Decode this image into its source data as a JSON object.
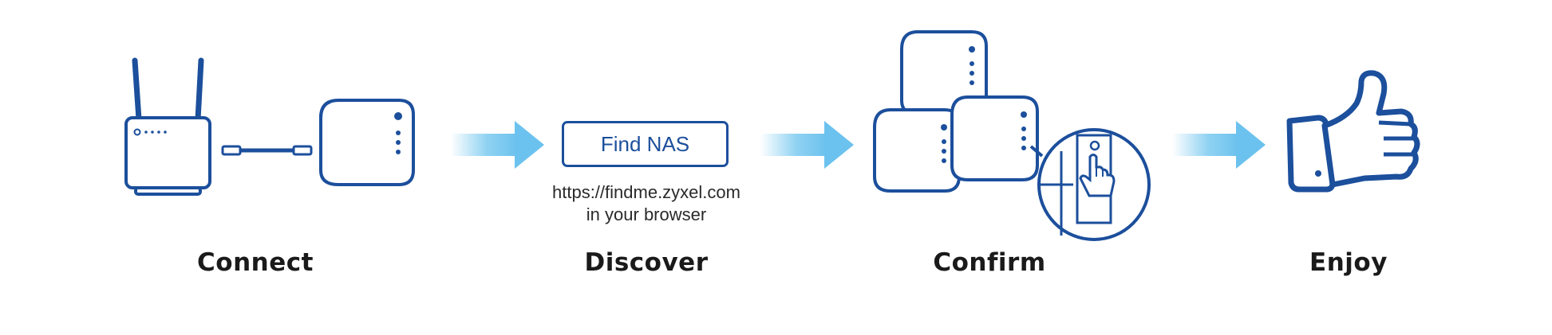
{
  "steps": [
    {
      "label": "Connect"
    },
    {
      "label": "Discover"
    },
    {
      "label": "Confirm"
    },
    {
      "label": "Enjoy"
    }
  ],
  "discover": {
    "button_label": "Find NAS",
    "url_line1": "https://findme.zyxel.com",
    "url_line2": "in your browser"
  },
  "colors": {
    "outline": "#1c4f9c",
    "arrow": "#7ccaf0",
    "label": "#1a1a1a"
  },
  "icons": [
    "router-icon",
    "ethernet-cable-icon",
    "nas-device-icon",
    "arrow-right-icon",
    "finger-press-icon",
    "thumbs-up-icon"
  ]
}
